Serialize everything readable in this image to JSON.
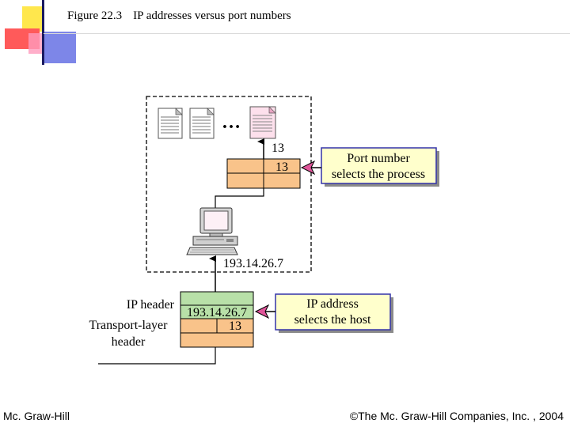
{
  "slide": {
    "figure_number": "Figure 22.3",
    "figure_title": "IP addresses versus port numbers"
  },
  "diagram": {
    "ellipsis": "…",
    "port_value_top": "13",
    "port_value_box": "13",
    "callout_port": [
      "Port number",
      "selects the process"
    ],
    "host_ip": "193.14.26.7",
    "packet_ip": "193.14.26.7",
    "packet_port": "13",
    "label_ip_header": "IP header",
    "label_transport": [
      "Transport-layer",
      "header"
    ],
    "callout_ip": [
      "IP address",
      "selects the host"
    ],
    "colors": {
      "packet_orange": "#f9c38a",
      "packet_green": "#b8e0a8",
      "callout_fill": "#ffffcc",
      "callout_border": "#3333aa",
      "arrow_pink": "#e0559a"
    }
  },
  "footer": {
    "left": "Mc. Graw-Hill",
    "right": "©The Mc. Graw-Hill Companies, Inc. , 2004"
  }
}
